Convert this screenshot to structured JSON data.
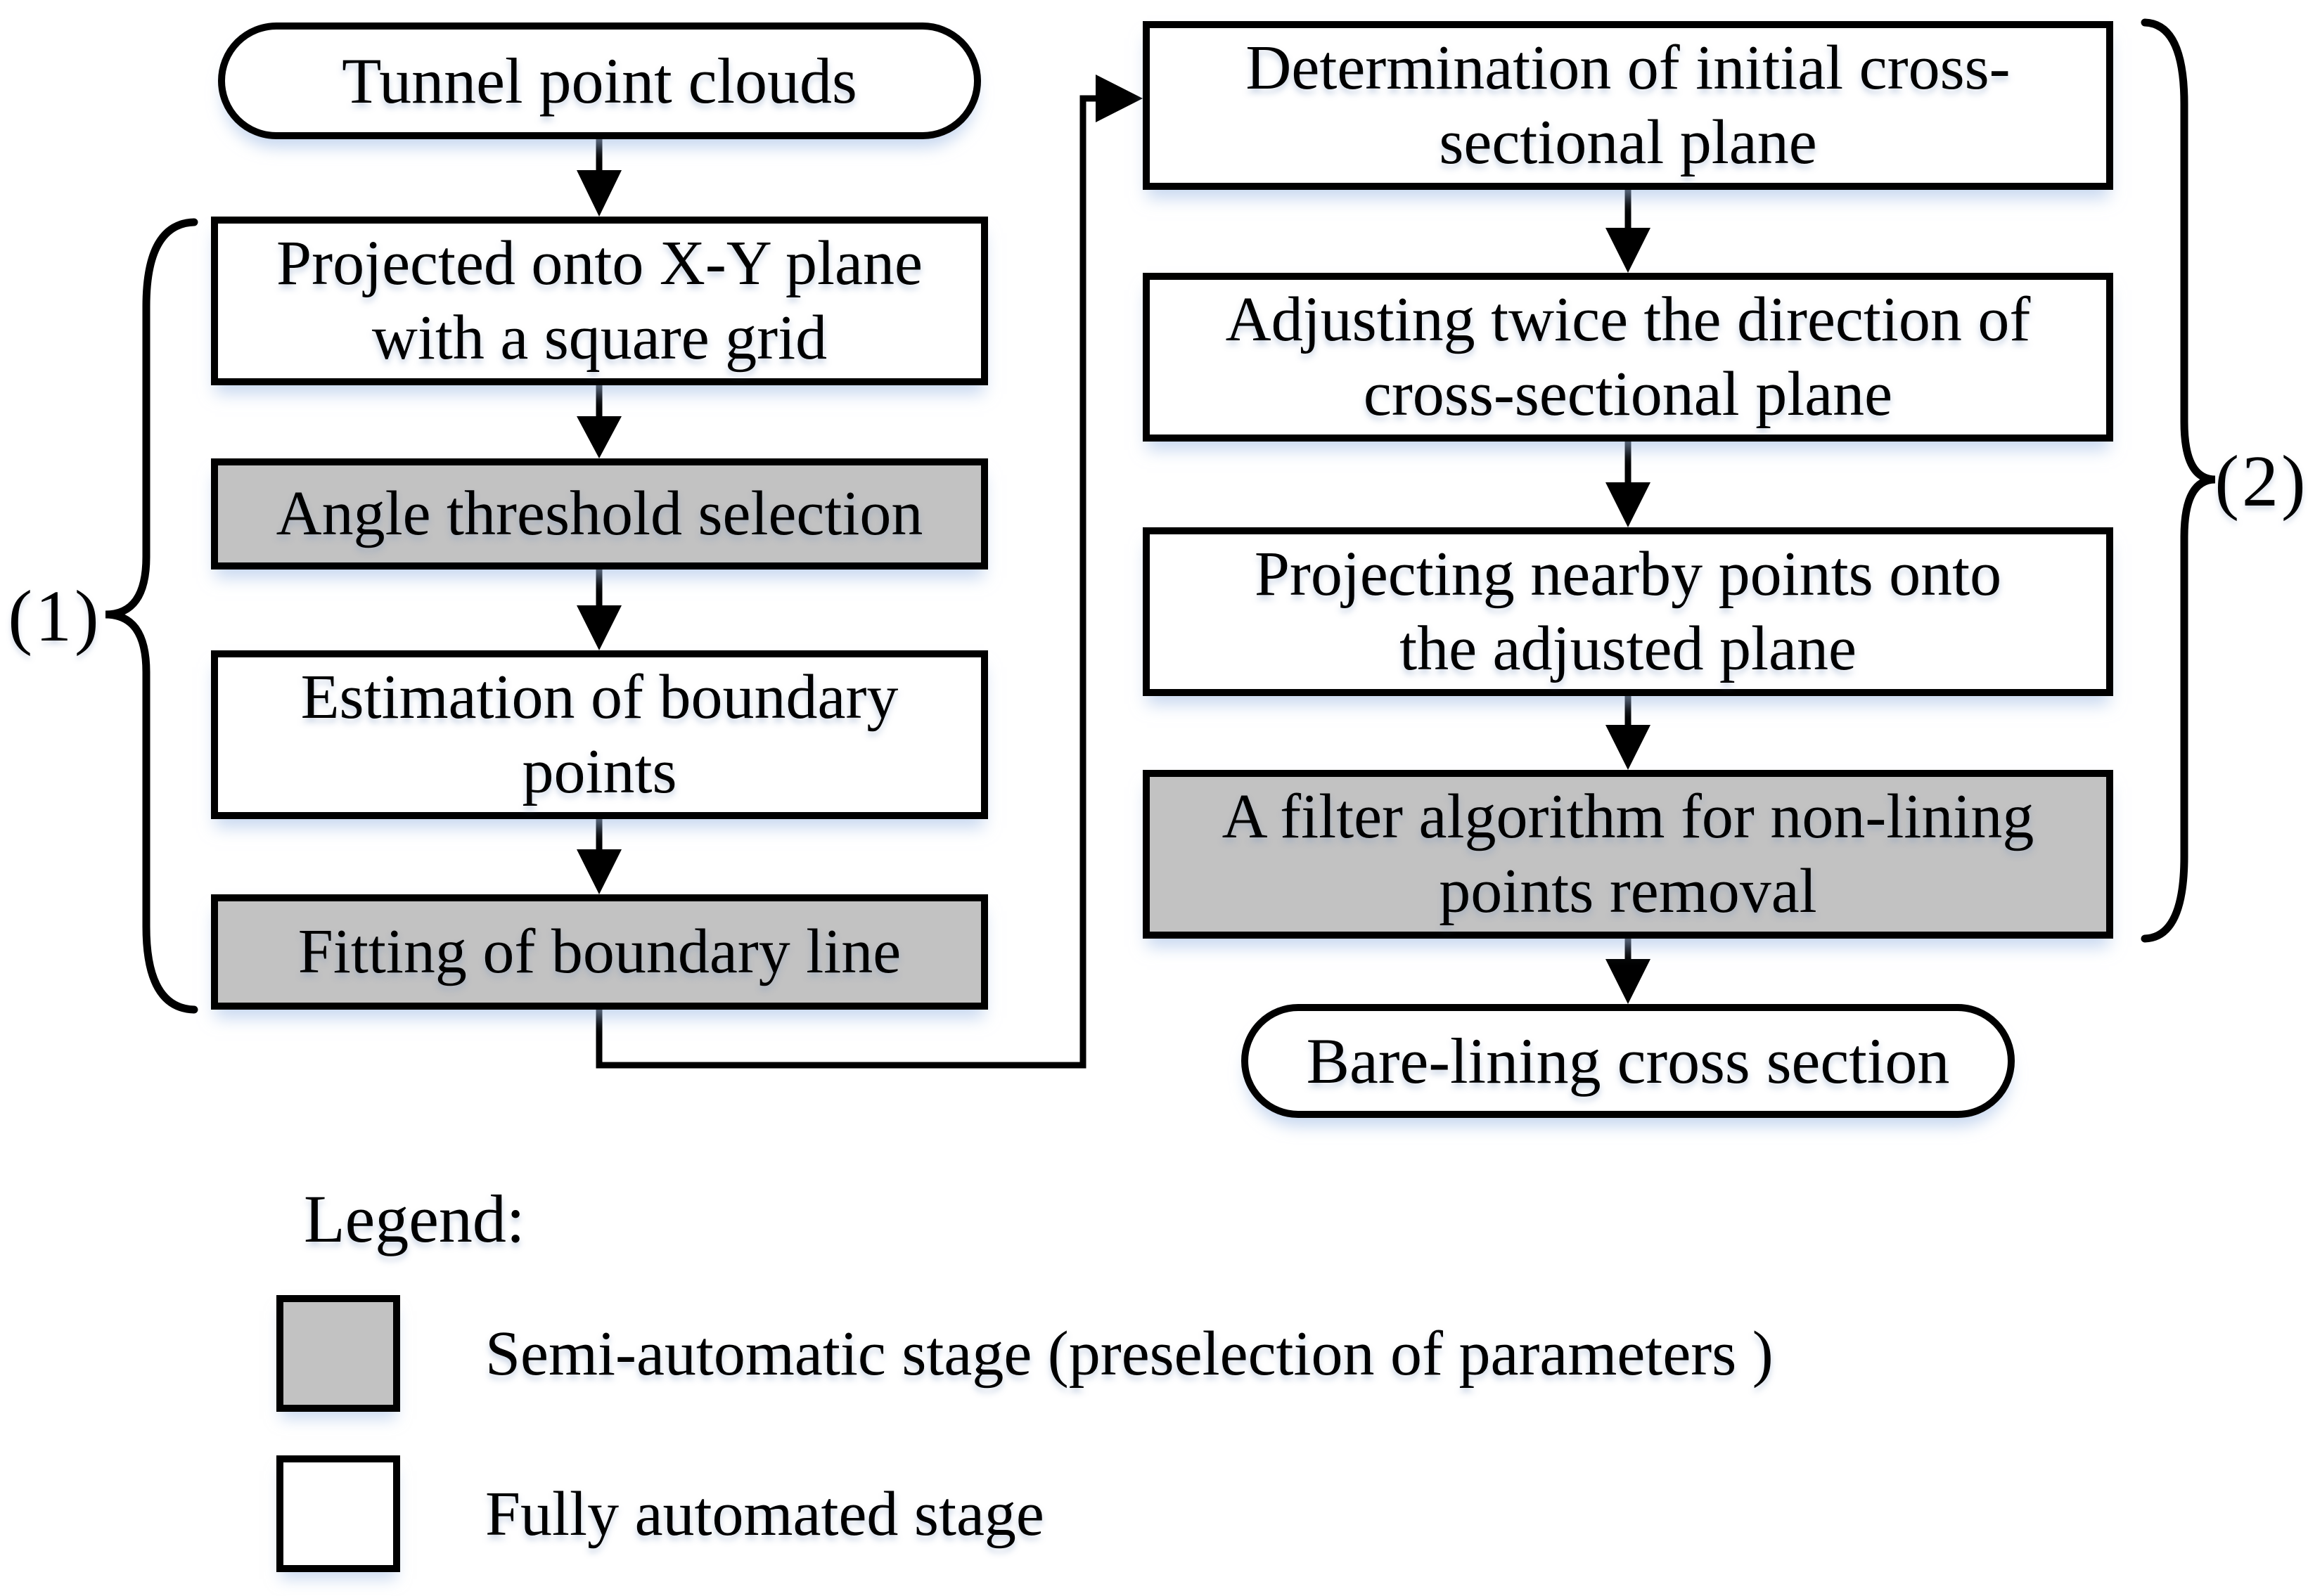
{
  "figure": {
    "type": "flowchart",
    "stage_labels": {
      "stage1": "(1)",
      "stage2": "(2)"
    },
    "nodes": [
      {
        "id": "tunnel-point-clouds",
        "shape": "terminator",
        "stage": "fully-automated",
        "label": "Tunnel point clouds"
      },
      {
        "id": "project-xy-plane",
        "shape": "process",
        "stage": "fully-automated",
        "label": "Projected onto X-Y plane\nwith a square grid"
      },
      {
        "id": "angle-threshold-selection",
        "shape": "process",
        "stage": "semi-automatic",
        "label": "Angle threshold selection"
      },
      {
        "id": "estimation-boundary-points",
        "shape": "process",
        "stage": "fully-automated",
        "label": "Estimation of boundary\npoints"
      },
      {
        "id": "fitting-boundary-line",
        "shape": "process",
        "stage": "semi-automatic",
        "label": "Fitting of boundary line"
      },
      {
        "id": "initial-cross-sectional-plane",
        "shape": "process",
        "stage": "fully-automated",
        "label": "Determination of initial cross-\nsectional plane"
      },
      {
        "id": "adjusting-direction",
        "shape": "process",
        "stage": "fully-automated",
        "label": "Adjusting twice the direction of\ncross-sectional plane"
      },
      {
        "id": "projecting-nearby-points",
        "shape": "process",
        "stage": "fully-automated",
        "label": "Projecting nearby points onto\nthe adjusted plane"
      },
      {
        "id": "filter-non-lining",
        "shape": "process",
        "stage": "semi-automatic",
        "label": "A filter algorithm for non-lining\npoints removal"
      },
      {
        "id": "bare-lining-cross-section",
        "shape": "terminator",
        "stage": "fully-automated",
        "label": "Bare-lining cross section"
      }
    ]
  },
  "legend": {
    "heading": "Legend:",
    "items": [
      {
        "id": "semi-automatic",
        "label": "Semi-automatic stage (preselection of parameters )"
      },
      {
        "id": "fully-automated",
        "label": "Fully automated stage"
      }
    ]
  },
  "colors": {
    "semi_automatic_fill": "#c2c2c2",
    "fully_automated_fill": "#ffffff",
    "outline": "#000000",
    "text": "#000000"
  }
}
